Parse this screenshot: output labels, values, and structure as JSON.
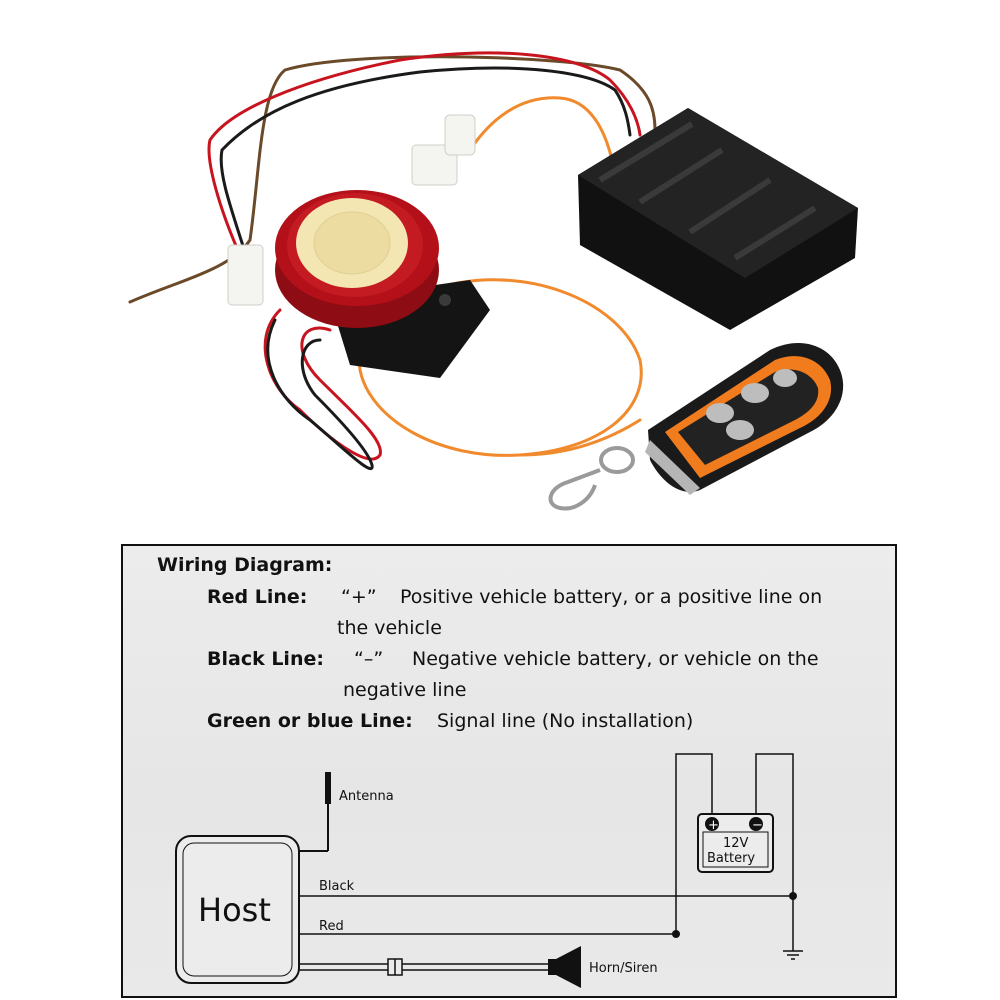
{
  "colors": {
    "wire_red": "#c8141e",
    "wire_black": "#1a1a1a",
    "wire_orange": "#f08a2c",
    "wire_brown": "#6b4a2a",
    "siren_red": "#b3101a",
    "siren_cone": "#f3e6b2",
    "box_black": "#1c1c1c",
    "remote_orange": "#f07c1e",
    "panel_bg": "#e8e8e8"
  },
  "wiring": {
    "title": "Wiring Diagram:",
    "red": {
      "label": "Red  Line:",
      "symbol": "“+”",
      "desc_line1": "Positive vehicle battery, or a positive line on",
      "desc_line2": "the vehicle"
    },
    "black": {
      "label": "Black Line:",
      "symbol": "“–”",
      "desc_line1": "Negative vehicle battery, or vehicle on the",
      "desc_line2": "negative line"
    },
    "signal": {
      "label": "Green or blue Line:",
      "desc": "Signal line  (No installation)"
    }
  },
  "schematic": {
    "antenna": "Antenna",
    "host": "Host",
    "black": "Black",
    "red": "Red",
    "battery_line1": "12V",
    "battery_line2": "Battery",
    "battery_plus": "+",
    "battery_minus": "−",
    "horn": "Horn/Siren"
  }
}
